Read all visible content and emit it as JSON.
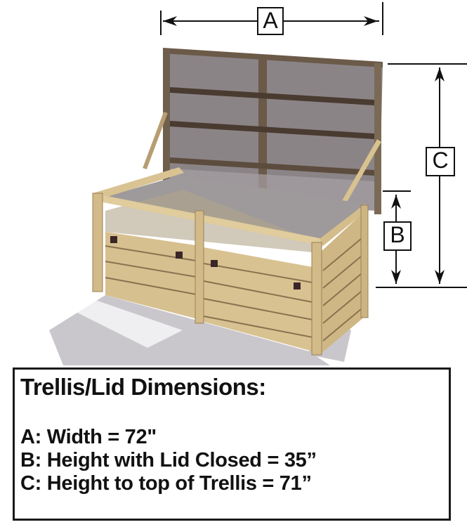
{
  "diagram": {
    "labels": {
      "a": "A",
      "b": "B",
      "c": "C"
    },
    "colors": {
      "wood": "#d4b98a",
      "wood_dark": "#b89a68",
      "mesh": "#8d8788",
      "mesh_frame": "#5a4a3c",
      "shadow": "#c4c2c6",
      "line": "#111111"
    }
  },
  "info": {
    "title": "Trellis/Lid Dimensions:",
    "specs": [
      {
        "text": "A: Width = 72\""
      },
      {
        "text": "B: Height with Lid Closed = 35”"
      },
      {
        "text": "C: Height to top of Trellis = 71”"
      }
    ]
  }
}
